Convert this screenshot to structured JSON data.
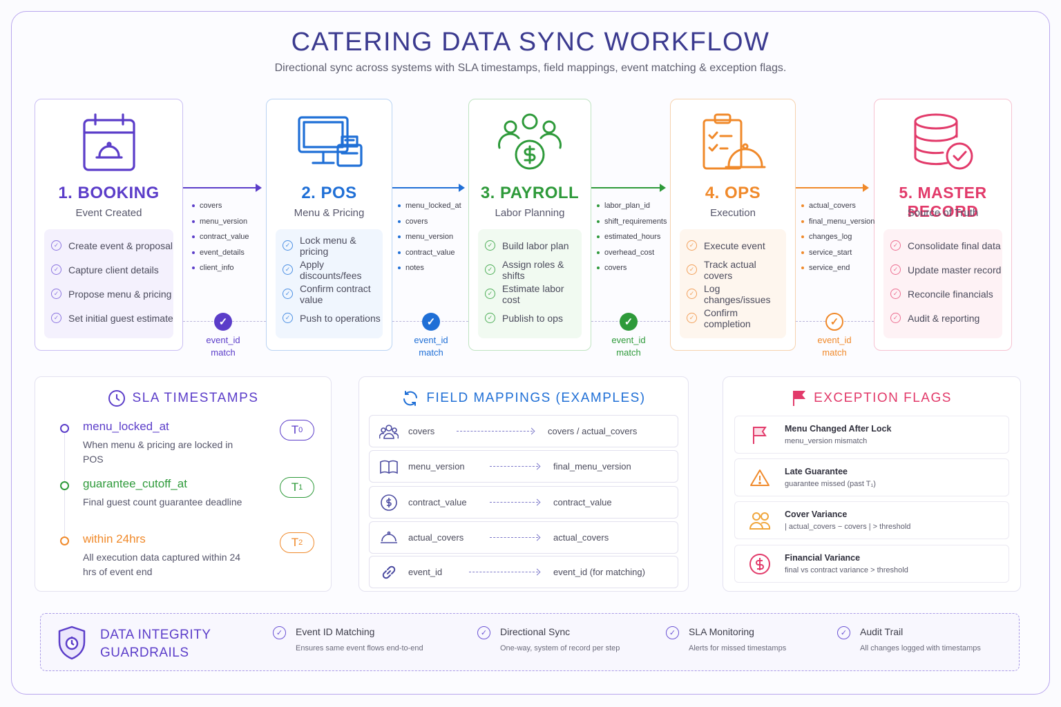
{
  "header": {
    "title": "CATERING DATA SYNC WORKFLOW",
    "subtitle": "Directional sync across systems with SLA timestamps, field mappings, event matching & exception flags."
  },
  "colors": {
    "booking": "#5b3dc9",
    "pos": "#1f6fd6",
    "payroll": "#2e9a3a",
    "ops": "#f0892a",
    "master": "#e23a6a"
  },
  "stages": [
    {
      "name": "1. BOOKING",
      "sub": "Event Created",
      "icon": "calendar-cloche-icon",
      "tasks": [
        "Create event & proposal",
        "Capture client details",
        "Propose menu & pricing",
        "Set initial guest estimate"
      ]
    },
    {
      "name": "2. POS",
      "sub": "Menu & Pricing",
      "icon": "pos-terminal-icon",
      "tasks": [
        "Lock menu & pricing",
        "Apply discounts/fees",
        "Confirm contract value",
        "Push to operations"
      ]
    },
    {
      "name": "3. PAYROLL",
      "sub": "Labor Planning",
      "icon": "staff-dollar-icon",
      "tasks": [
        "Build labor plan",
        "Assign roles & shifts",
        "Estimate labor cost",
        "Publish to ops"
      ]
    },
    {
      "name": "4. OPS",
      "sub": "Execution",
      "icon": "clipboard-cloche-icon",
      "tasks": [
        "Execute event",
        "Track actual covers",
        "Log changes/issues",
        "Confirm completion"
      ]
    },
    {
      "name": "5. MASTER RECORD",
      "sub": "Source of Truth",
      "icon": "database-check-icon",
      "tasks": [
        "Consolidate final data",
        "Update master record",
        "Reconcile financials",
        "Audit & reporting"
      ]
    }
  ],
  "connectors": [
    {
      "fields": [
        "covers",
        "menu_version",
        "contract_value",
        "event_details",
        "client_info"
      ],
      "match": "event_id match"
    },
    {
      "fields": [
        "menu_locked_at",
        "covers",
        "menu_version",
        "contract_value",
        "notes"
      ],
      "match": "event_id match"
    },
    {
      "fields": [
        "labor_plan_id",
        "shift_requirements",
        "estimated_hours",
        "overhead_cost",
        "covers"
      ],
      "match": "event_id match"
    },
    {
      "fields": [
        "actual_covers",
        "final_menu_version",
        "changes_log",
        "service_start",
        "service_end"
      ],
      "match": "event_id match"
    }
  ],
  "sla": {
    "title": "SLA TIMESTAMPS",
    "items": [
      {
        "key": "menu_locked_at",
        "desc": "When menu & pricing are locked in POS",
        "badge": "T",
        "badge_sub": "0",
        "color": "#5b3dc9"
      },
      {
        "key": "guarantee_cutoff_at",
        "desc": "Final guest count guarantee deadline",
        "badge": "T",
        "badge_sub": "1",
        "color": "#2e9a3a"
      },
      {
        "key": "within 24hrs",
        "desc": "All execution data captured within 24 hrs of event end",
        "badge": "T",
        "badge_sub": "2",
        "color": "#f0892a"
      }
    ]
  },
  "mappings": {
    "title": "FIELD MAPPINGS (EXAMPLES)",
    "rows": [
      {
        "icon": "people-icon",
        "from": "covers",
        "to": "covers / actual_covers"
      },
      {
        "icon": "book-icon",
        "from": "menu_version",
        "to": "final_menu_version"
      },
      {
        "icon": "dollar-icon",
        "from": "contract_value",
        "to": "contract_value"
      },
      {
        "icon": "cloche-icon",
        "from": "actual_covers",
        "to": "actual_covers"
      },
      {
        "icon": "link-icon",
        "from": "event_id",
        "to": "event_id (for matching)"
      }
    ]
  },
  "exceptions": {
    "title": "EXCEPTION FLAGS",
    "rows": [
      {
        "icon": "flag-icon",
        "title": "Menu Changed After Lock",
        "desc": "menu_version mismatch",
        "color": "#e23a6a"
      },
      {
        "icon": "warning-icon",
        "title": "Late Guarantee",
        "desc": "guarantee missed (past T₁)",
        "color": "#f0892a"
      },
      {
        "icon": "people-icon",
        "title": "Cover Variance",
        "desc": "| actual_covers − covers | > threshold",
        "color": "#f0a53a"
      },
      {
        "icon": "dollar-icon",
        "title": "Financial Variance",
        "desc": "final vs contract variance > threshold",
        "color": "#e23a6a"
      }
    ]
  },
  "guardrails": {
    "title_line1": "DATA INTEGRITY",
    "title_line2": "GUARDRAILS",
    "items": [
      {
        "title": "Event ID Matching",
        "desc": "Ensures same event flows end-to-end"
      },
      {
        "title": "Directional Sync",
        "desc": "One-way, system of record per step"
      },
      {
        "title": "SLA Monitoring",
        "desc": "Alerts for missed timestamps"
      },
      {
        "title": "Audit Trail",
        "desc": "All changes logged with timestamps"
      }
    ]
  }
}
